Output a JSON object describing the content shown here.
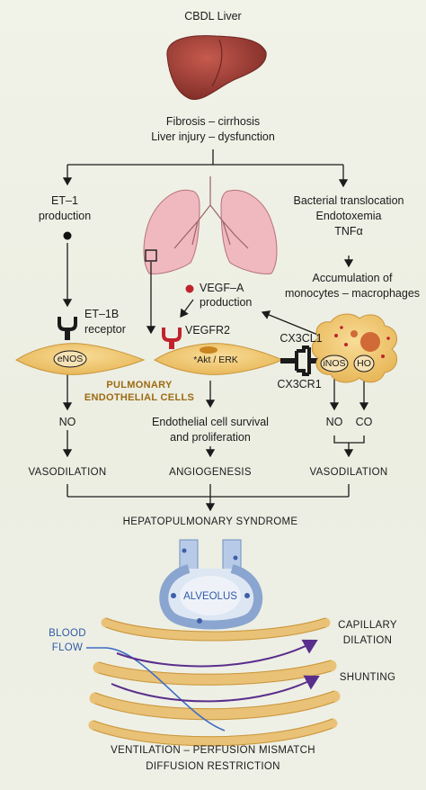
{
  "top": {
    "title": "CBDL Liver",
    "fibrosis": "Fibrosis – cirrhosis",
    "injury": "Liver injury – dysfunction"
  },
  "left_branch": {
    "et1_line1": "ET–1",
    "et1_line2": "production",
    "receptor_line1": "ET–1B",
    "receptor_line2": "receptor",
    "enos": "eNOS",
    "no": "NO",
    "vasodilation": "VASODILATION"
  },
  "middle_branch": {
    "vegf_line1": "VEGF–A",
    "vegf_line2": "production",
    "vegfr2": "VEGFR2",
    "akt_erk": "*Akt / ERK",
    "pulmonary_line1": "PULMONARY",
    "pulmonary_line2": "ENDOTHELIAL CELLS",
    "survival_line1": "Endothelial cell survival",
    "survival_line2": "and proliferation",
    "angiogenesis": "ANGIOGENESIS"
  },
  "right_branch": {
    "bacterial": "Bacterial translocation",
    "endotoxemia": "Endotoxemia",
    "tnf": "TNFα",
    "accum_line1": "Accumulation of",
    "accum_line2": "monocytes – macrophages",
    "cx3cl1": "CX3CL1",
    "cx3cr1": "CX3CR1",
    "inos": "iNOS",
    "ho": "HO",
    "no": "NO",
    "co": "CO",
    "vasodilation": "VASODILATION"
  },
  "hps": "HEPATOPULMONARY SYNDROME",
  "alveolus": {
    "label": "ALVEOLUS",
    "blood_flow_line1": "BLOOD",
    "blood_flow_line2": "FLOW",
    "capillary_line1": "CAPILLARY",
    "capillary_line2": "DILATION",
    "shunting": "SHUNTING"
  },
  "bottom": {
    "line1": "VENTILATION – PERFUSION MISMATCH",
    "line2": "DIFFUSION RESTRICTION"
  },
  "colors": {
    "cell_fill": "#f3cf7c",
    "receptor_red": "#c0232d",
    "blood_flow_blue": "#3d6bc4",
    "arrow_purple": "#5a2e8c",
    "liver": "#9b3b34",
    "lung": "#f0b9bf"
  }
}
